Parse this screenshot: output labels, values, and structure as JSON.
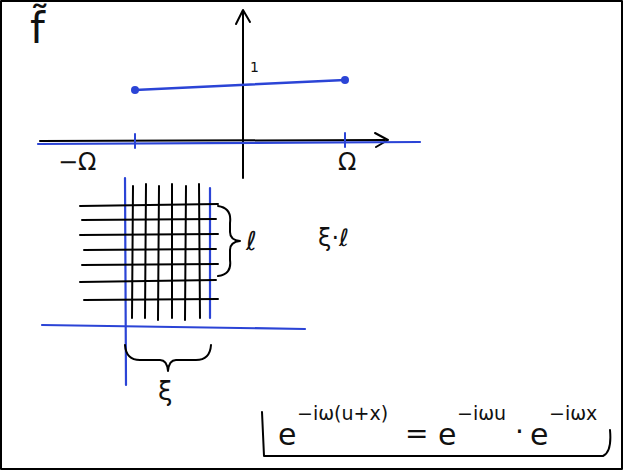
{
  "diagram": {
    "labels": [
      "f̃",
      "1",
      "−Ω",
      "Ω",
      "ℓ",
      "ξ·ℓ",
      "ξ",
      "e",
      "−iω(u+x)",
      "=",
      "e",
      "−iωu",
      "·",
      "e",
      "−iωx"
    ]
  }
}
